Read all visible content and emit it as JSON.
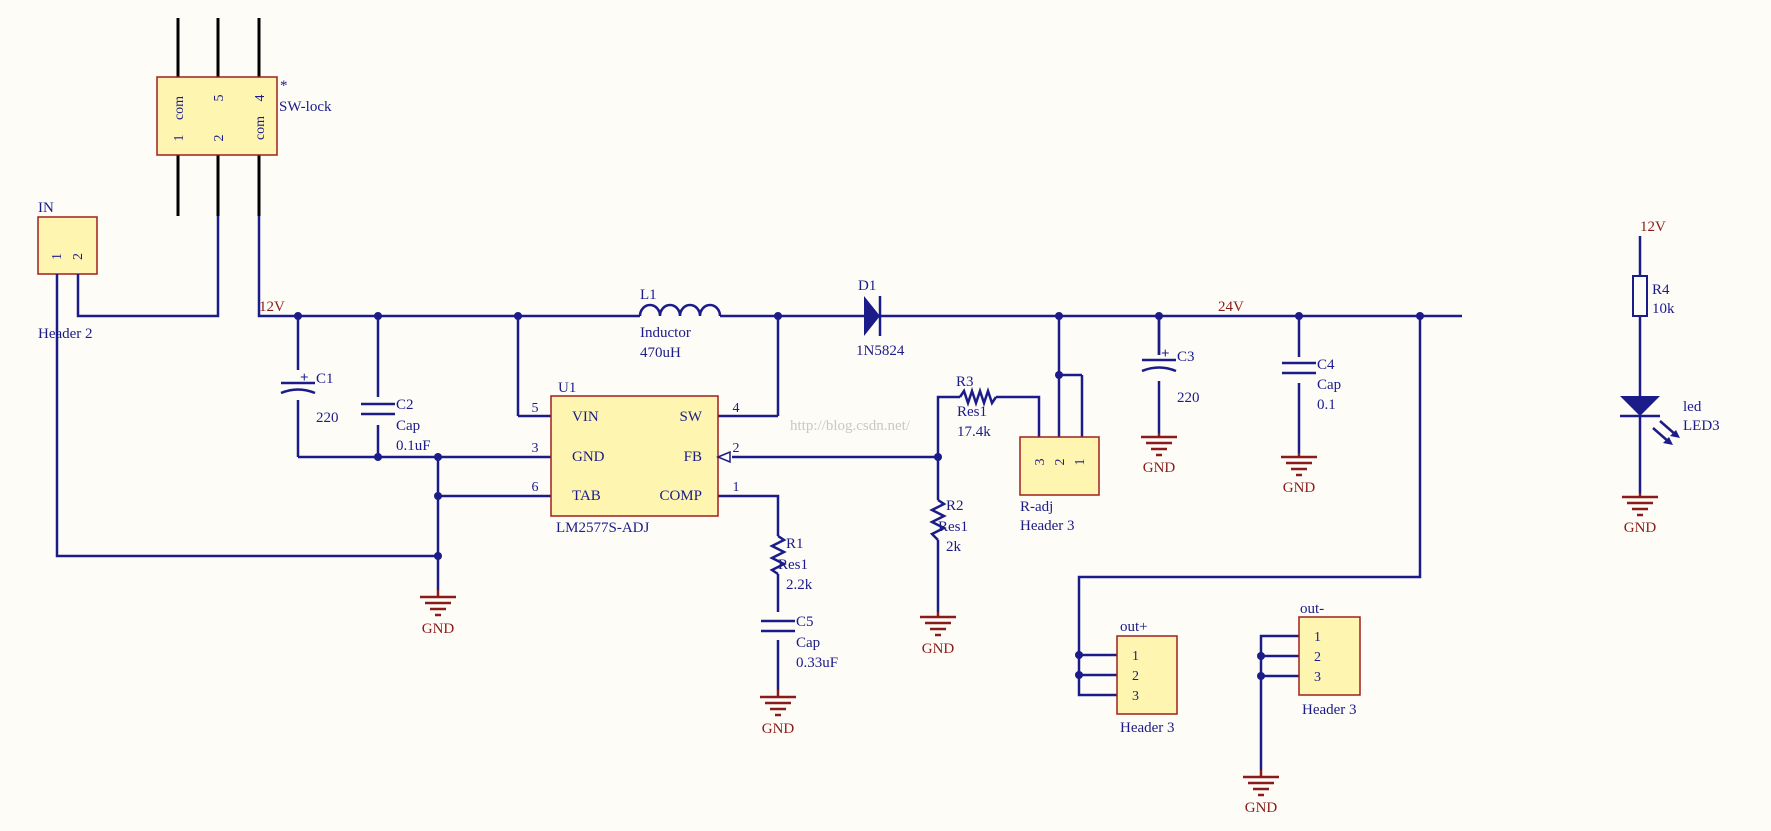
{
  "watermark": "http://blog.csdn.net/",
  "switch": {
    "star": "*",
    "name": "SW-lock",
    "pins_top": [
      "com",
      "5",
      "4"
    ],
    "pins_bottom": [
      "1",
      "2",
      "com"
    ]
  },
  "connector_in": {
    "designator": "IN",
    "comment": "Header 2",
    "pins": [
      "1",
      "2"
    ]
  },
  "nets": {
    "n12v_left": "12V",
    "n24v": "24V",
    "n12v_right": "12V"
  },
  "gnd_label": "GND",
  "c1": {
    "designator": "C1",
    "value": "220"
  },
  "c2": {
    "designator": "C2",
    "type": "Cap",
    "value": "0.1uF"
  },
  "l1": {
    "designator": "L1",
    "type": "Inductor",
    "value": "470uH"
  },
  "d1": {
    "designator": "D1",
    "part": "1N5824"
  },
  "u1": {
    "designator": "U1",
    "part": "LM2577S-ADJ",
    "left_pins": [
      {
        "num": "5",
        "name": "VIN"
      },
      {
        "num": "3",
        "name": "GND"
      },
      {
        "num": "6",
        "name": "TAB"
      }
    ],
    "right_pins": [
      {
        "num": "4",
        "name": "SW"
      },
      {
        "num": "2",
        "name": "FB"
      },
      {
        "num": "1",
        "name": "COMP"
      }
    ]
  },
  "r1": {
    "designator": "R1",
    "type": "Res1",
    "value": "2.2k"
  },
  "c5": {
    "designator": "C5",
    "type": "Cap",
    "value": "0.33uF"
  },
  "r2": {
    "designator": "R2",
    "type": "Res1",
    "value": "2k"
  },
  "r3": {
    "designator": "R3",
    "type": "Res1",
    "value": "17.4k"
  },
  "radj": {
    "designator": "R-adj",
    "comment": "Header 3",
    "pins": [
      "3",
      "2",
      "1"
    ]
  },
  "c3": {
    "designator": "C3",
    "value": "220"
  },
  "c4": {
    "designator": "C4",
    "type": "Cap",
    "value": "0.1"
  },
  "out_plus": {
    "designator": "out+",
    "comment": "Header 3",
    "pins": [
      "1",
      "2",
      "3"
    ]
  },
  "out_minus": {
    "designator": "out-",
    "comment": "Header 3",
    "pins": [
      "1",
      "2",
      "3"
    ]
  },
  "r4": {
    "designator": "R4",
    "value": "10k"
  },
  "led": {
    "name": "led",
    "designator": "LED3"
  }
}
